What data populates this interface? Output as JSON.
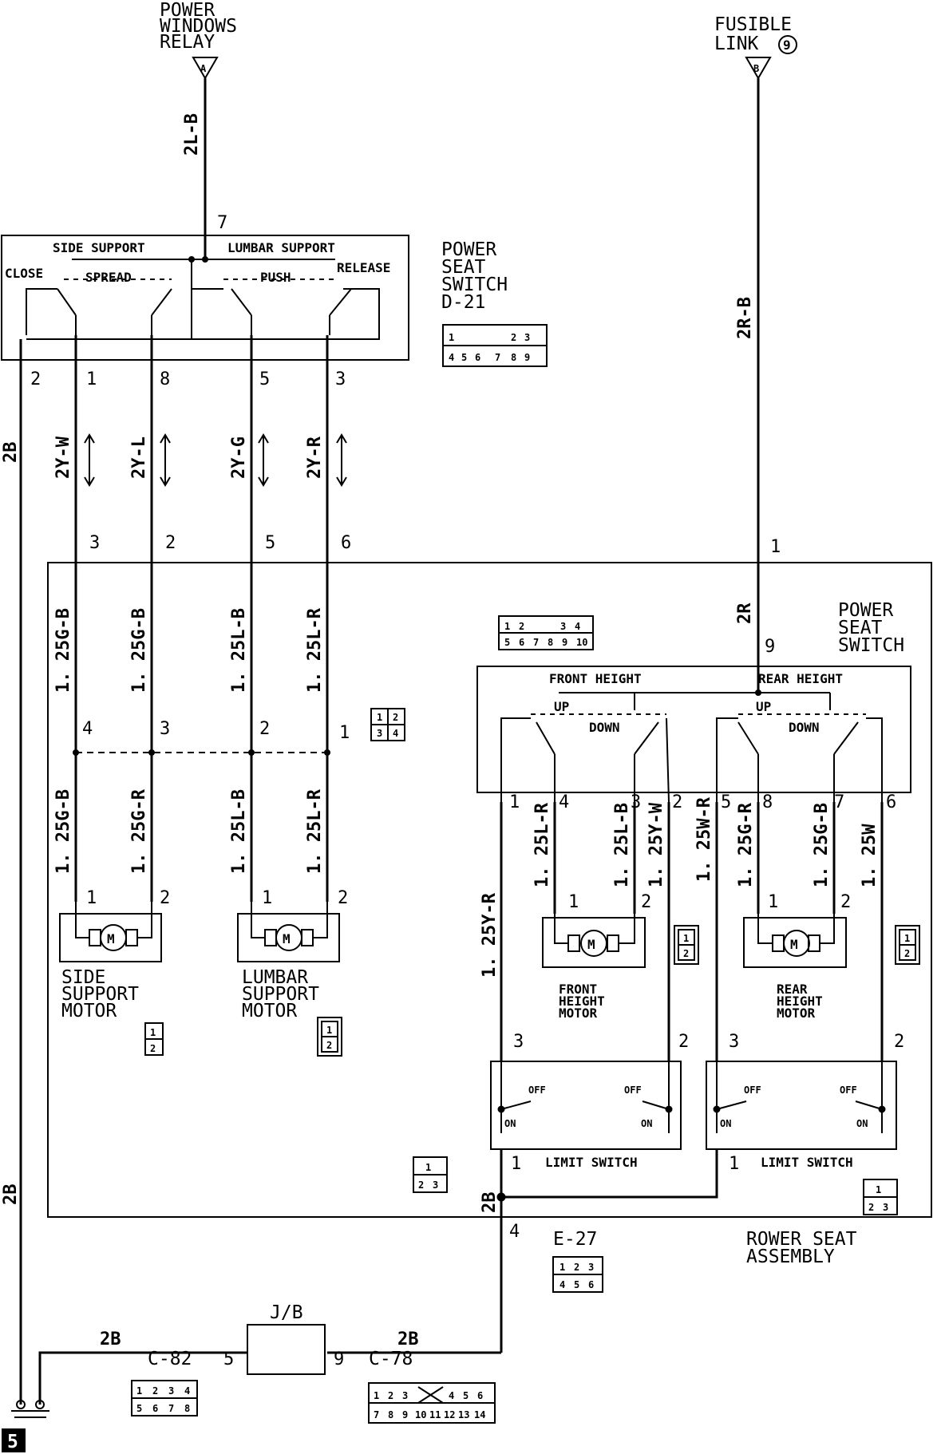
{
  "sources": {
    "relay": {
      "line1": "POWER",
      "line2": "WINDOWS",
      "line3": "RELAY",
      "tag": "A"
    },
    "fusible": {
      "line1": "FUSIBLE",
      "line2": "LINK",
      "num": "9",
      "tag": "B"
    }
  },
  "wires": {
    "w_2lb": "2L-B",
    "w_2rb": "2R-B",
    "w_2b_left": "2B",
    "w_2b_left_low": "2B",
    "w_2yw": "2Y-W",
    "w_2yl": "2Y-L",
    "w_2yg": "2Y-G",
    "w_2yr": "2Y-R",
    "w_125gb_a": "1. 25G-B",
    "w_125gb_b": "1. 25G-B",
    "w_125lb_a": "1. 25L-B",
    "w_125lr_a": "1. 25L-R",
    "w_125gb_c": "1. 25G-B",
    "w_125gr_c": "1. 25G-R",
    "w_125lb_c": "1. 25L-B",
    "w_125lr_c": "1. 25L-R",
    "w_2r": "2R",
    "w_125yr": "1. 25Y-R",
    "w_125lr_f": "1. 25L-R",
    "w_125lb_f": "1. 25L-B",
    "w_125yw_f": "1. 25Y-W",
    "w_125wr": "1. 25W-R",
    "w_125gr_r": "1. 25G-R",
    "w_125gb_r": "1. 25G-B",
    "w_125w": "1. 25W",
    "w_2b_mid": "2B",
    "w_2b_bot_l": "2B",
    "w_2b_bot_r": "2B"
  },
  "switch_front": {
    "side_support": "SIDE SUPPORT",
    "lumbar_support": "LUMBAR SUPPORT",
    "close": "CLOSE",
    "spread": "SPREAD",
    "push": "PUSH",
    "release": "RELEASE",
    "title1": "POWER",
    "title2": "SEAT",
    "title3": "SWITCH",
    "code": "D-21",
    "pin_top": "7",
    "pins": [
      "2",
      "1",
      "8",
      "5",
      "3"
    ],
    "connector": [
      "1",
      "",
      "",
      "2",
      "3",
      "4",
      "5",
      "6",
      "7",
      "8",
      "9"
    ]
  },
  "assembly": {
    "upper_pins": [
      "3",
      "2",
      "5",
      "6",
      "1"
    ],
    "mid_pins": [
      "4",
      "3",
      "2",
      "1"
    ],
    "switch_title1": "POWER",
    "switch_title2": "SEAT",
    "switch_title3": "SWITCH",
    "pin9": "9",
    "front_height": "FRONT HEIGHT",
    "rear_height": "REAR HEIGHT",
    "up": "UP",
    "down": "DOWN",
    "height_pins": [
      "1",
      "4",
      "3",
      "2",
      "5",
      "8",
      "7",
      "6"
    ],
    "conn_big": [
      "1",
      "2",
      "3",
      "4",
      "5",
      "6",
      "7",
      "8",
      "9",
      "10"
    ],
    "conn_4": [
      "1",
      "2",
      "3",
      "4"
    ],
    "conn_2": [
      "1",
      "2"
    ],
    "conn_3": [
      "1",
      "2",
      "3"
    ],
    "motor_pins": [
      "1",
      "2"
    ],
    "side_motor": [
      "SIDE",
      "SUPPORT",
      "MOTOR"
    ],
    "lumbar_motor": [
      "LUMBAR",
      "SUPPORT",
      "MOTOR"
    ],
    "front_motor": [
      "FRONT",
      "HEIGHT",
      "MOTOR"
    ],
    "rear_motor": [
      "REAR",
      "HEIGHT",
      "MOTOR"
    ],
    "motor_letter": "M",
    "limit_pins": [
      "3",
      "2",
      "1"
    ],
    "off": "OFF",
    "on": "ON",
    "limit_switch": "LIMIT SWITCH",
    "assembly_title1": "ROWER SEAT",
    "assembly_title2": "ASSEMBLY",
    "pin4": "4"
  },
  "bottom": {
    "e27": "E-27",
    "e27_conn": [
      "1",
      "2",
      "3",
      "4",
      "5",
      "6"
    ],
    "jb": "J/B",
    "c82": "C-82",
    "c78": "C-78",
    "pin5": "5",
    "pin9": "9",
    "c82_conn": [
      "1",
      "2",
      "3",
      "4",
      "5",
      "6",
      "7",
      "8"
    ],
    "c78_conn": [
      "1",
      "2",
      "3",
      "4",
      "5",
      "6",
      "7",
      "8",
      "9",
      "10",
      "11",
      "12",
      "13",
      "14"
    ],
    "page_num": "5"
  }
}
